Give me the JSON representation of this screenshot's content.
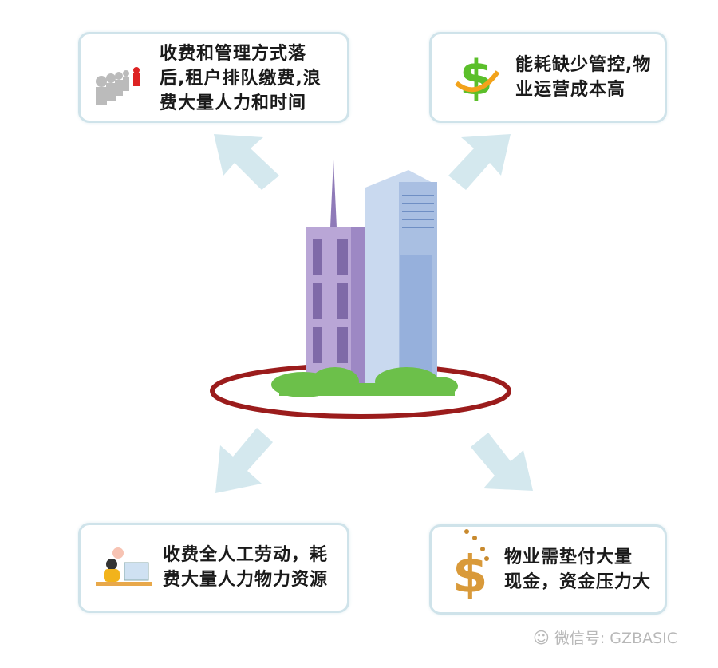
{
  "boxes": {
    "top_left": {
      "lines": [
        "收费和管理方式落",
        "后,租户排队缴费,浪",
        "费大量人力和时间"
      ]
    },
    "top_right": {
      "lines": [
        "能耗缺少管控,物",
        "业运营成本高"
      ]
    },
    "bottom_left": {
      "lines": [
        "收费全人工劳动，耗",
        "费大量人力物力资源"
      ]
    },
    "bottom_right": {
      "lines": [
        "物业需垫付大量",
        "现金，资金压力大"
      ]
    }
  },
  "watermark": "微信号: GZBASIC",
  "colors": {
    "arrow": "#d4e8ee",
    "border": "#cfe3ea",
    "ring": "#9b1c1c",
    "tower_left": "#b9a6d6",
    "tower_right": "#b7cbe8",
    "grass": "#6cc04a"
  }
}
